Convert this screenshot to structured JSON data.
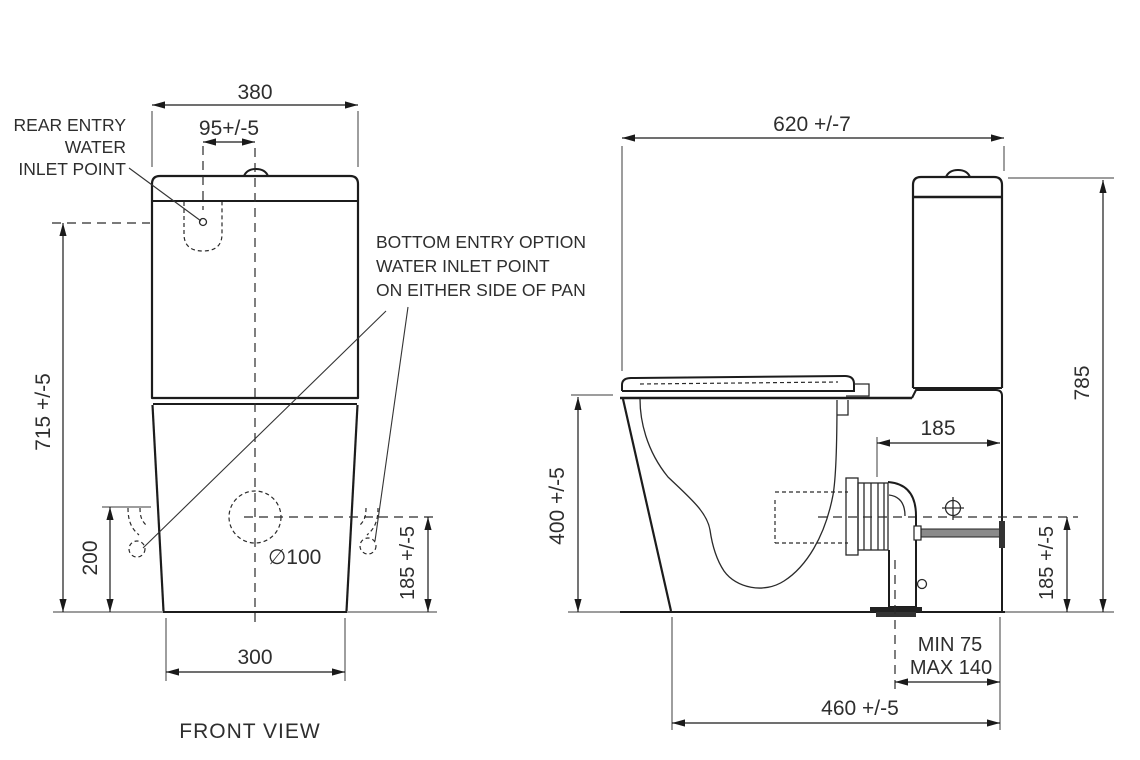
{
  "drawing_type": "toilet-suite-dimension-diagram",
  "front_view": {
    "title": "FRONT VIEW",
    "rear_entry_label": {
      "line1": "REAR ENTRY",
      "line2": "WATER",
      "line3": "INLET POINT"
    },
    "bottom_entry_label": {
      "line1": "BOTTOM ENTRY OPTION",
      "line2": "WATER INLET POINT",
      "line3": "ON EITHER SIDE OF PAN"
    },
    "dims": {
      "tank_width": "380",
      "inlet_offset": "95+/-5",
      "overall_height": "715 +/-5",
      "bottom_inlet_height": "200",
      "outlet_diameter": "∅100",
      "base_width": "300",
      "bottom_inlet_height_right": "185 +/-5"
    }
  },
  "side_view": {
    "dims": {
      "overall_depth": "620 +/-7",
      "overall_height": "785",
      "outlet_setout": "185",
      "pan_height": "400 +/-5",
      "outlet_height": "185 +/-5",
      "outlet_min": "MIN 75",
      "outlet_max": "MAX 140",
      "base_depth": "460 +/-5"
    }
  },
  "colors": {
    "line": "#1c1c1c",
    "extension_line": "#7d7d7d",
    "text": "#2e2e2e",
    "background": "#ffffff"
  }
}
